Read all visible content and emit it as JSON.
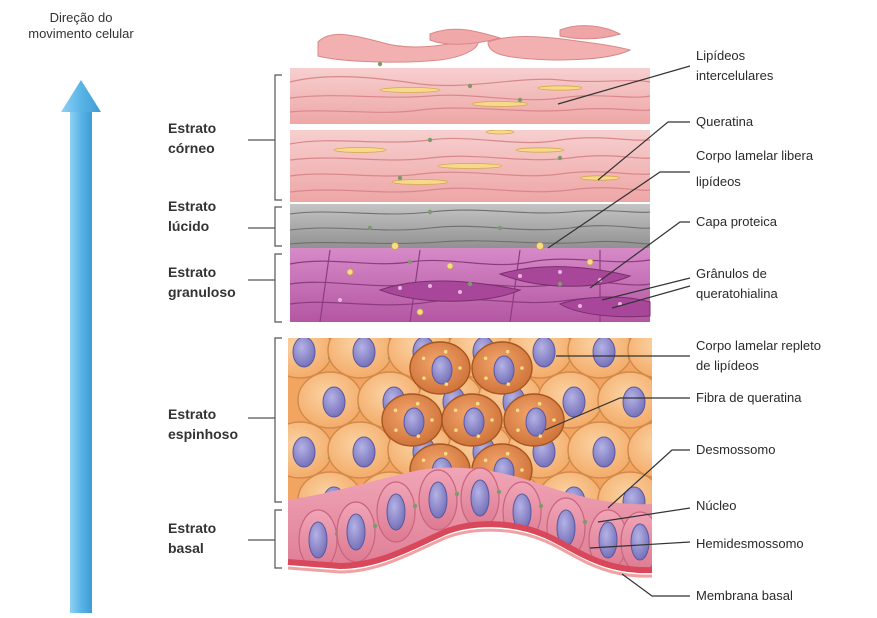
{
  "direction_label": [
    "Direção do",
    "movimento celular"
  ],
  "layers": [
    {
      "lines": [
        "Estrato",
        "córneo"
      ]
    },
    {
      "lines": [
        "Estrato",
        "lúcido"
      ]
    },
    {
      "lines": [
        "Estrato",
        "granuloso"
      ]
    },
    {
      "lines": [
        "Estrato",
        "espinhoso"
      ]
    },
    {
      "lines": [
        "Estrato",
        "basal"
      ]
    }
  ],
  "callouts": [
    {
      "lines": [
        "Lipídeos",
        "intercelulares"
      ]
    },
    {
      "lines": [
        "Queratina"
      ]
    },
    {
      "lines": [
        "Corpo lamelar libera",
        "lipídeos"
      ]
    },
    {
      "lines": [
        "Capa proteica"
      ]
    },
    {
      "lines": [
        "Grânulos de",
        "queratohialina"
      ]
    },
    {
      "lines": [
        "Corpo lamelar repleto",
        "de lipídeos"
      ]
    },
    {
      "lines": [
        "Fibra de queratina"
      ]
    },
    {
      "lines": [
        "Desmossomo"
      ]
    },
    {
      "lines": [
        "Núcleo"
      ]
    },
    {
      "lines": [
        "Hemidesmossomo"
      ]
    },
    {
      "lines": [
        "Membrana basal"
      ]
    }
  ],
  "colors": {
    "arrow": "#5ab4e6",
    "corneum": "#f2b4b4",
    "lucidum": "#a9a9a9",
    "granulosum": "#c770b6",
    "spinosum": "#f5b06e",
    "basale": "#e88aa0",
    "nucleus": "#8a86c8",
    "basement": "#d8485a"
  }
}
